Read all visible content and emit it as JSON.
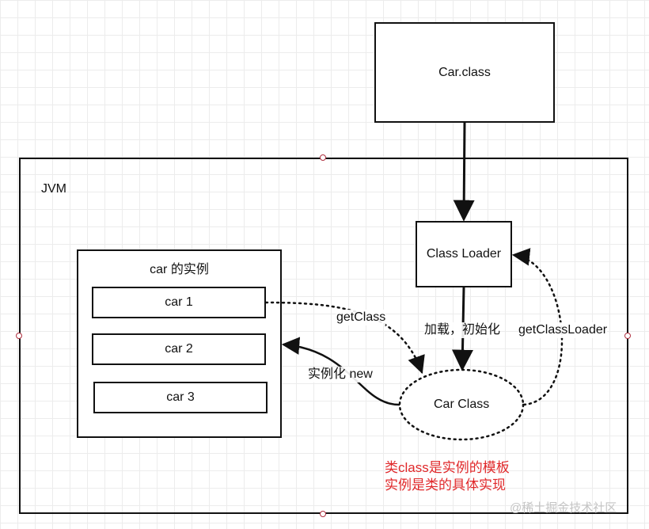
{
  "car_class_file": "Car.class",
  "jvm_label": "JVM",
  "class_loader": "Class Loader",
  "instances_panel": {
    "title": "car 的实例",
    "items": [
      "car 1",
      "car 2",
      "car 3"
    ]
  },
  "car_class": "Car Class",
  "edges": {
    "load_init": "加载，初始化",
    "get_class": "getClass",
    "get_class_loader": "getClassLoader",
    "instantiate": "实例化 new"
  },
  "note_lines": [
    "类class是实例的模板",
    "实例是类的具体实现"
  ],
  "watermark": "@稀土掘金技术社区",
  "colors": {
    "note": "#e0282a",
    "line": "#111111",
    "handle": "#b03040"
  }
}
